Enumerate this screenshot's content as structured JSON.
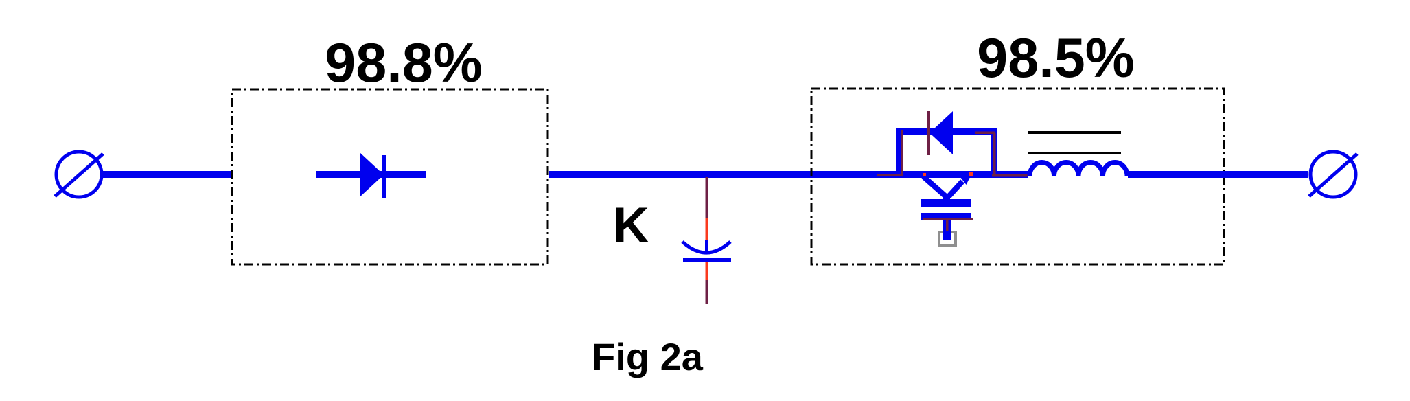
{
  "figure": {
    "caption": "Fig 2a",
    "node_label": "K",
    "stages": [
      {
        "id": "rectifier-diode-stage",
        "efficiency_label": "98.8%"
      },
      {
        "id": "igbt-inductor-stage",
        "efficiency_label": "98.5%"
      }
    ],
    "components": {
      "left_terminal": "external-connection-terminal",
      "series_diode": "diode",
      "dc_node": "node-K-with-shunt-capacitor",
      "switch": "igbt-with-antiparallel-diode",
      "inductor": "smoothing-inductor-with-iron-core",
      "right_terminal": "external-connection-terminal"
    }
  },
  "colors": {
    "blue": "#0000EE",
    "maroon": "#6E2045",
    "red": "#FA3A1E",
    "black": "#000000",
    "gray": "#8F8F8F",
    "background": "#FFFFFF"
  }
}
